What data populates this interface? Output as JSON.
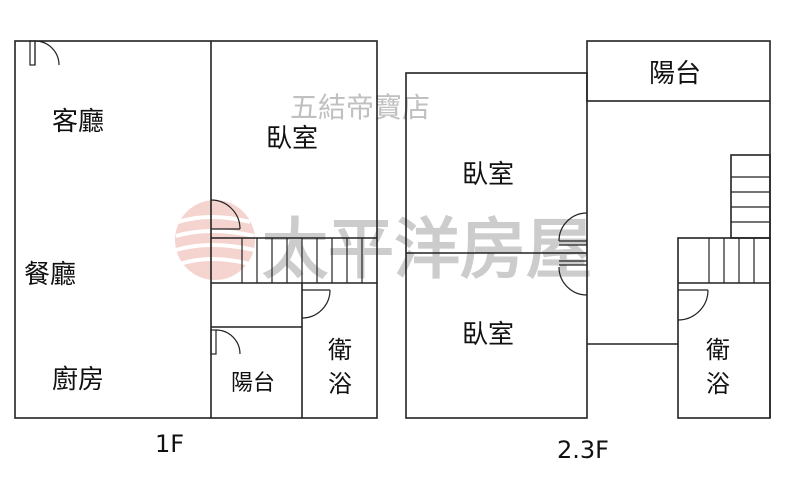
{
  "watermark": {
    "branch": "五結帝寶店",
    "brand": "太平洋房屋",
    "logo_color": "#e8a6a0",
    "text_color": "#b8b8b8"
  },
  "floor_1": {
    "label": "1F",
    "rooms": {
      "living": "客廳",
      "bedroom": "臥室",
      "dining": "餐廳",
      "kitchen": "廚房",
      "balcony": "陽台",
      "bath_1": "衛",
      "bath_2": "浴"
    }
  },
  "floor_2_3": {
    "label": "2.3F",
    "rooms": {
      "balcony": "陽台",
      "bedroom_upper": "臥室",
      "bedroom_lower": "臥室",
      "bath_1": "衛",
      "bath_2": "浴"
    }
  }
}
